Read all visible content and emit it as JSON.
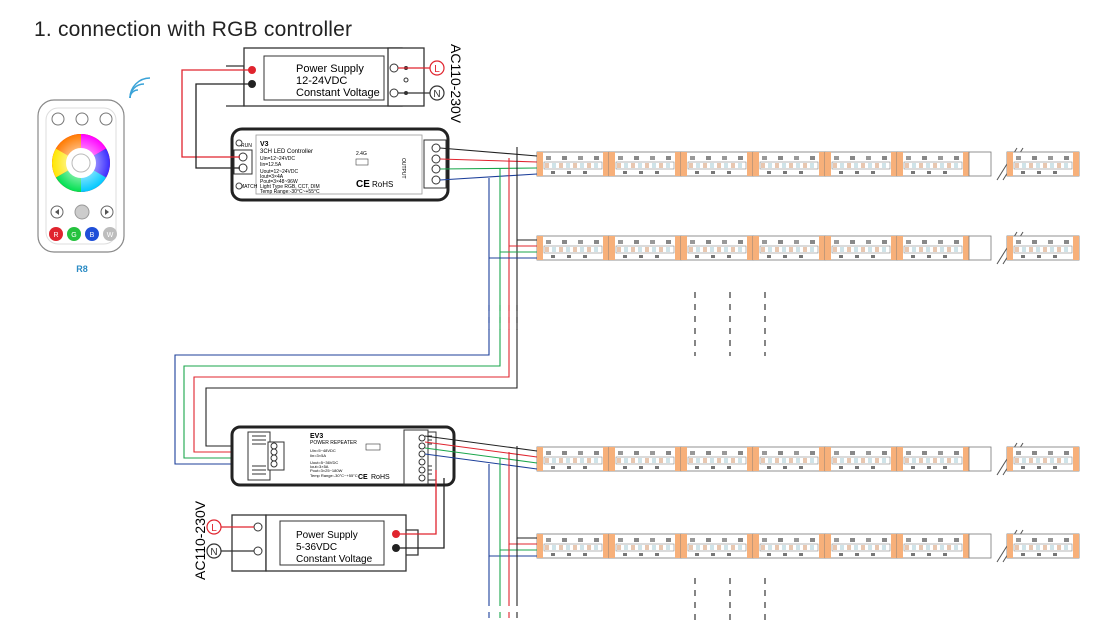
{
  "title": "1. connection with RGB controller",
  "remote": {
    "model": "R8",
    "buttons": [
      "R",
      "G",
      "B",
      "W"
    ]
  },
  "power_supply_top": {
    "line1": "Power Supply",
    "line2": "12-24VDC",
    "line3": "Constant Voltage",
    "input_label": "AC110-230V",
    "live": "L",
    "neutral": "N"
  },
  "controller": {
    "model": "V3",
    "name": "3CH LED Controller",
    "specs": [
      "Uin=12~24VDC",
      "Iin=12.5A",
      "Uout=12~24VDC",
      "Iout=3×4A",
      "Pout=3×48~96W",
      "Light Type RGB, CCT, DIM",
      "Temp Range:-30°C~+55°C"
    ],
    "labels": [
      "RUN",
      "MATCH",
      "OUTPUT"
    ],
    "freq": "2.4G",
    "cert": "CE",
    "rohs": "RoHS"
  },
  "repeater": {
    "model": "EV3",
    "name": "POWER REPEATER",
    "specs": [
      "Uin=5~48VDC",
      "Iin=3×5A",
      "Uout=5~36VDC",
      "Iout=3×5A",
      "Pout=3×25~180W",
      "Temp Range:-30°C~+55°C"
    ],
    "cert": "CE",
    "rohs": "RoHS"
  },
  "power_supply_bottom": {
    "line1": "Power Supply",
    "line2": "5-36VDC",
    "line3": "Constant Voltage",
    "input_label": "AC110-230V",
    "live": "L",
    "neutral": "N"
  },
  "colors": {
    "red": "#e0242e",
    "green": "#1aa64b",
    "blue": "#1c3f9a",
    "black": "#222222",
    "strip_orange": "#f7b07a"
  }
}
